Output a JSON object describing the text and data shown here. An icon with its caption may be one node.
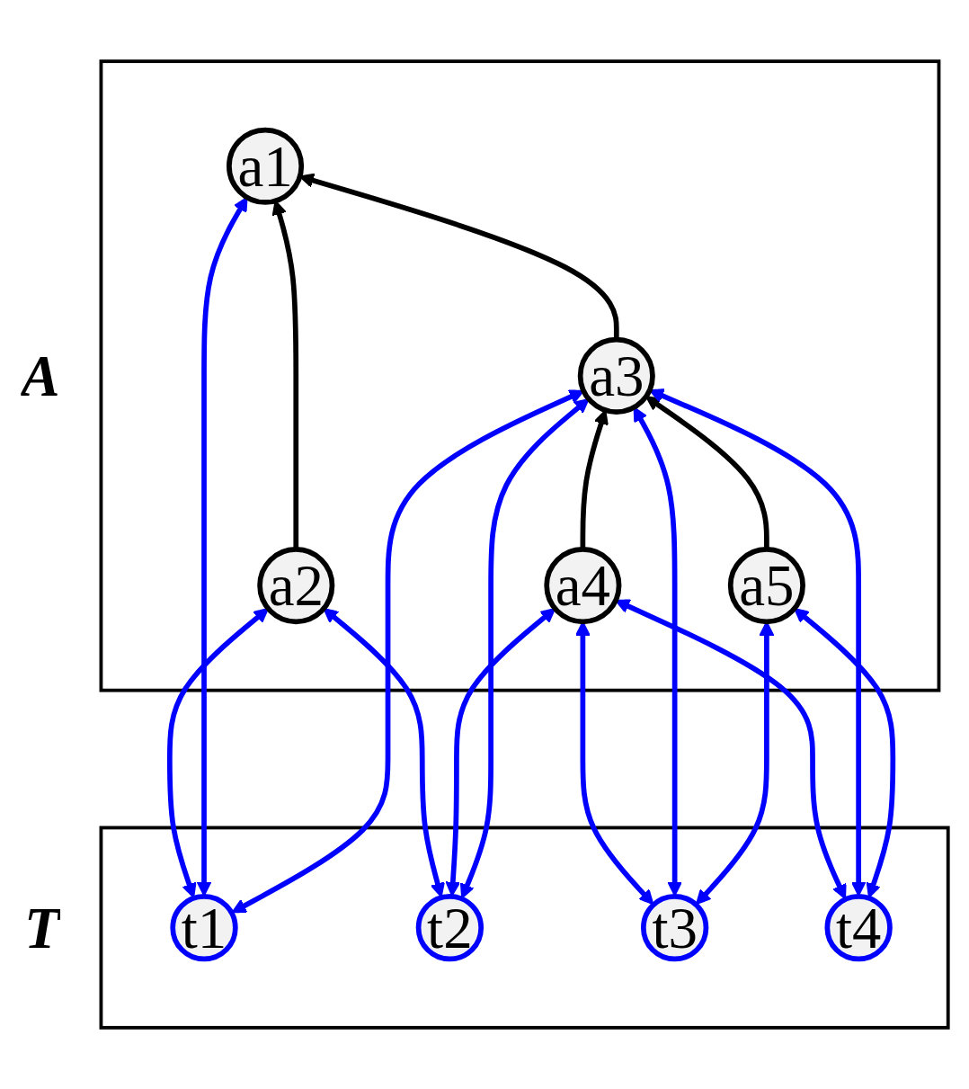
{
  "diagram": {
    "nodes": [
      {
        "text": [
          "A"
        ]
      },
      {
        "text": [
          "a1"
        ],
        "in": 0
      },
      {
        "text": [
          "a2"
        ],
        "in": 0
      },
      {
        "text": [
          "a3"
        ],
        "in": 0
      },
      {
        "text": [
          "a4"
        ],
        "in": 0
      },
      {
        "text": [
          "a5"
        ],
        "in": 0
      },
      {
        "text": [
          "T"
        ]
      },
      {
        "text": [
          "t1"
        ],
        "in": 6
      },
      {
        "text": [
          "t2"
        ],
        "in": 6
      },
      {
        "text": [
          "t3"
        ],
        "in": 6
      },
      {
        "text": [
          "t4"
        ],
        "in": 6
      }
    ],
    "edges": [
      {
        "from": 2,
        "to": 1,
        "arrow": "to",
        "color": "#000000"
      },
      {
        "from": 3,
        "to": 1,
        "arrow": "to",
        "color": "#000000"
      },
      {
        "from": 4,
        "to": 3,
        "arrow": "to",
        "color": "#000000"
      },
      {
        "from": 5,
        "to": 3,
        "arrow": "to",
        "color": "#000000"
      },
      {
        "from": 7,
        "to": 2,
        "arrow": "both"
      },
      {
        "from": 7,
        "to": 1,
        "arrow": "both"
      },
      {
        "from": 7,
        "to": 3,
        "arrow": "both"
      },
      {
        "from": 8,
        "to": 2,
        "arrow": "both"
      },
      {
        "from": 8,
        "to": 4,
        "arrow": "both"
      },
      {
        "from": 8,
        "to": 3,
        "arrow": "both"
      },
      {
        "from": 9,
        "to": 4,
        "arrow": "both"
      },
      {
        "from": 9,
        "to": 3,
        "arrow": "both"
      },
      {
        "from": 9,
        "to": 5,
        "arrow": "both"
      },
      {
        "from": 10,
        "to": 4,
        "arrow": "both"
      },
      {
        "from": 10,
        "to": 3,
        "arrow": "both"
      },
      {
        "from": 10,
        "to": 5,
        "arrow": "both"
      }
    ]
  }
}
